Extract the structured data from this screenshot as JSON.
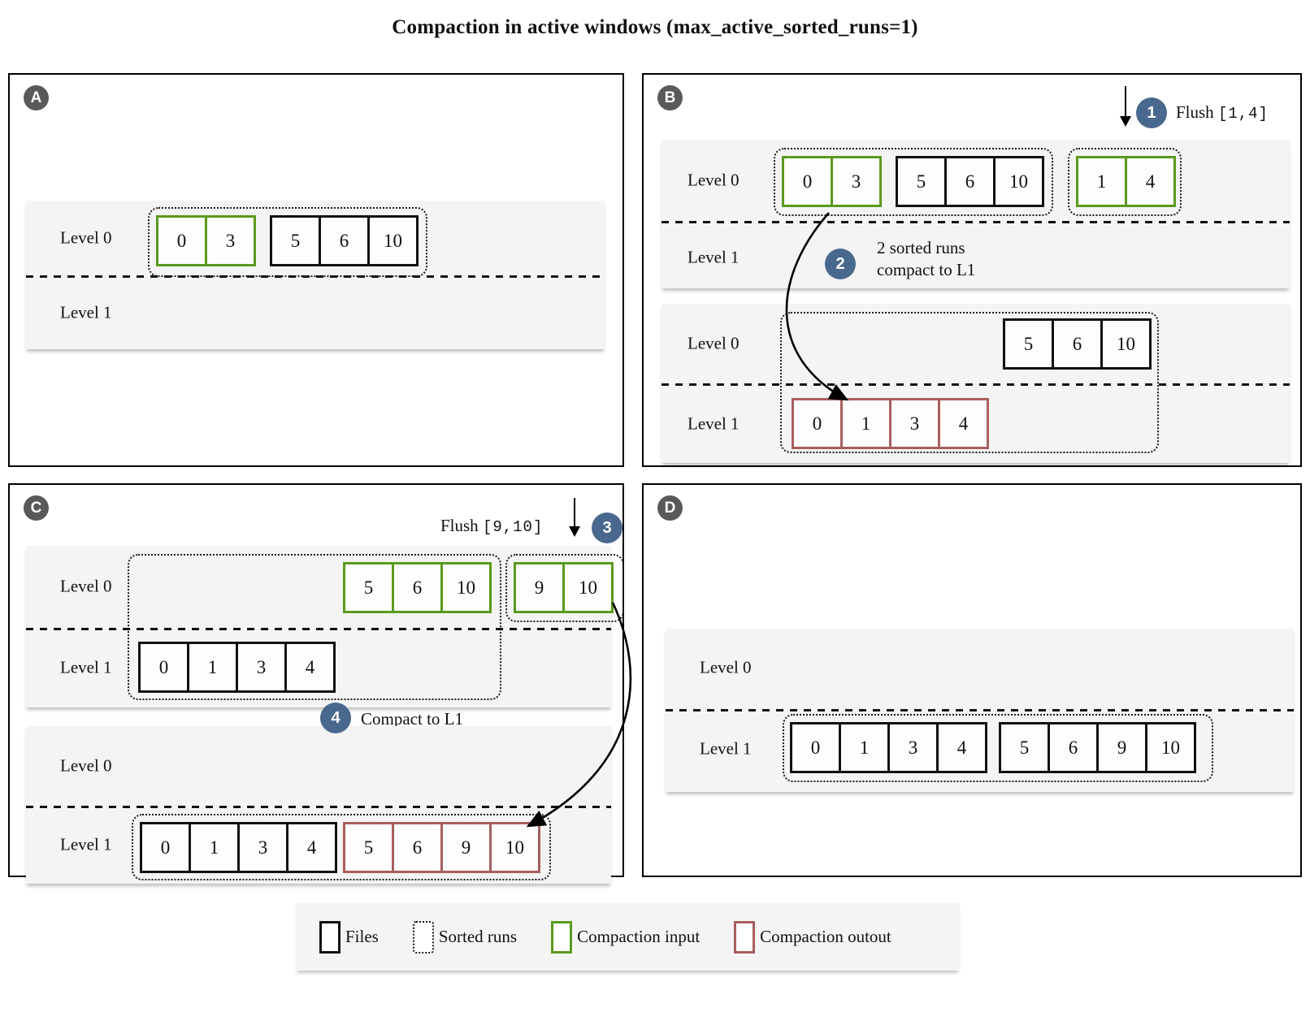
{
  "title": "Compaction in active windows (max_active_sorted_runs=1)",
  "labels": {
    "level0": "Level 0",
    "level1": "Level 1",
    "flush": "Flush",
    "flush_b_range": "[1,4]",
    "flush_c_range": "[9,10]",
    "step1": "1",
    "step2": "2",
    "step3": "3",
    "step4": "4",
    "step2_line1": "2 sorted runs",
    "step2_line2": "compact to L1",
    "step4_text": "Compact to L1",
    "badge_a": "A",
    "badge_b": "B",
    "badge_c": "C",
    "badge_d": "D"
  },
  "files": {
    "a_green": [
      "0",
      "3"
    ],
    "a_black": [
      "5",
      "6",
      "10"
    ],
    "b1_green": [
      "0",
      "3"
    ],
    "b1_black": [
      "5",
      "6",
      "10"
    ],
    "b1_flush_green": [
      "1",
      "4"
    ],
    "b2_black": [
      "5",
      "6",
      "10"
    ],
    "b2_red": [
      "0",
      "1",
      "3",
      "4"
    ],
    "c1_green": [
      "5",
      "6",
      "10"
    ],
    "c1_flush_green": [
      "9",
      "10"
    ],
    "c1_black": [
      "0",
      "1",
      "3",
      "4"
    ],
    "c2_black": [
      "0",
      "1",
      "3",
      "4"
    ],
    "c2_red": [
      "5",
      "6",
      "9",
      "10"
    ],
    "d_black1": [
      "0",
      "1",
      "3",
      "4"
    ],
    "d_black2": [
      "5",
      "6",
      "9",
      "10"
    ]
  },
  "legend": {
    "items": [
      {
        "label": "Files",
        "style": "file"
      },
      {
        "label": "Sorted runs",
        "style": "run"
      },
      {
        "label": "Compaction input",
        "style": "green"
      },
      {
        "label": "Compaction outout",
        "style": "red"
      }
    ]
  },
  "colors": {
    "compaction_input_green": "#5a9a1d",
    "compaction_output_red": "#a85e5e",
    "step_badge_blue": "#49688e",
    "letter_badge_gray": "#58595b",
    "band_background": "#f4f4f4"
  }
}
